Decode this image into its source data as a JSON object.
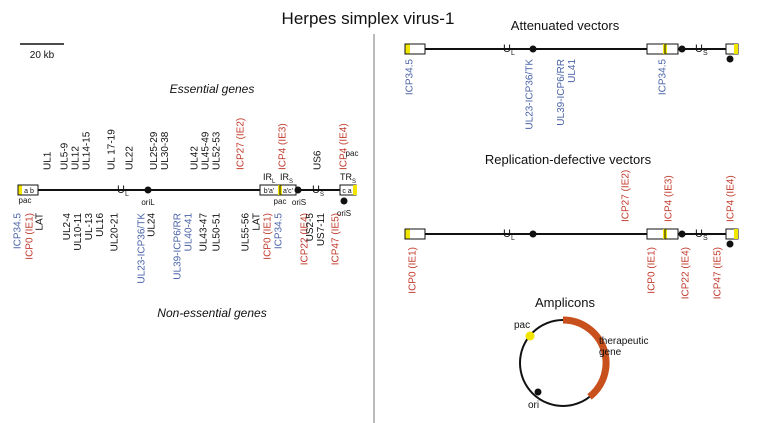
{
  "title": "Herpes simplex virus-1",
  "scale_bar_label": "20 kb",
  "colors": {
    "essential": "#c0392b",
    "vector": "#4a63a8",
    "text": "#111111",
    "yellow": "#f2e600",
    "transgene": "#c8501c"
  },
  "genome": {
    "section_essential": "Essential genes",
    "section_nonessential": "Non-essential genes",
    "labels": {
      "ul": "U",
      "ul_sub": "L",
      "us": "U",
      "us_sub": "S",
      "irl": "IR",
      "irl_sub": "L",
      "irs": "IR",
      "irs_sub": "S",
      "trs": "TR",
      "trs_sub": "S",
      "ab": "a b",
      "bpap": "b'a'",
      "apcp": "a'c'",
      "ca": "c a",
      "pac_left": "pac",
      "pac_mid": "pac",
      "pac_right": "pac",
      "oril": "oriL",
      "oris_mid": "oriS",
      "oris_right": "oriS"
    },
    "essential_genes": [
      "UL1",
      "UL5-9\nUL12\nUL14-15",
      "UL 17-19",
      "UL22",
      "UL25-29\nUL30-38",
      "UL42\nUL45-49\nUL52-53",
      "ICP27 (IE2)",
      "ICP4 (IE3)",
      "US6",
      "ICP4 (IE4)"
    ],
    "nonessential_genes": [
      "ICP34.5",
      "ICP0 (IE1)",
      "LAT",
      "UL2-4\nUL10-11\nUL-13\nUL16",
      "UL20-21",
      "UL23-ICP36/TK",
      "UL24",
      "UL39-ICP6/RR",
      "UL40-41",
      "UL43-47",
      "UL50-51",
      "UL55-56",
      "LAT",
      "ICP0 (IE1)",
      "ICP34.5",
      "ICP22 (IE4)",
      "US2-5\nUS7-11",
      "ICP47 (IE5)"
    ]
  },
  "attenuated": {
    "title": "Attenuated vectors",
    "ul": "U",
    "ul_sub": "L",
    "us": "U",
    "us_sub": "S",
    "deleted": [
      "ICP34.5",
      "UL23-ICP36/TK",
      "UL39-ICP6/RR\nUL41",
      "ICP34.5"
    ]
  },
  "replication": {
    "title": "Replication-defective vectors",
    "ul": "U",
    "ul_sub": "L",
    "us": "U",
    "us_sub": "S",
    "deleted_top": [
      "ICP27 (IE2)",
      "ICP4 (IE3)",
      "ICP4 (IE4)"
    ],
    "deleted_bottom": [
      "ICP0 (IE1)",
      "ICP0 (IE1)",
      "ICP22 (IE4)",
      "ICP47 (IE5)"
    ]
  },
  "amplicons": {
    "title": "Amplicons",
    "pac": "pac",
    "ori": "ori",
    "transgene": "therapeutic\ngene"
  }
}
